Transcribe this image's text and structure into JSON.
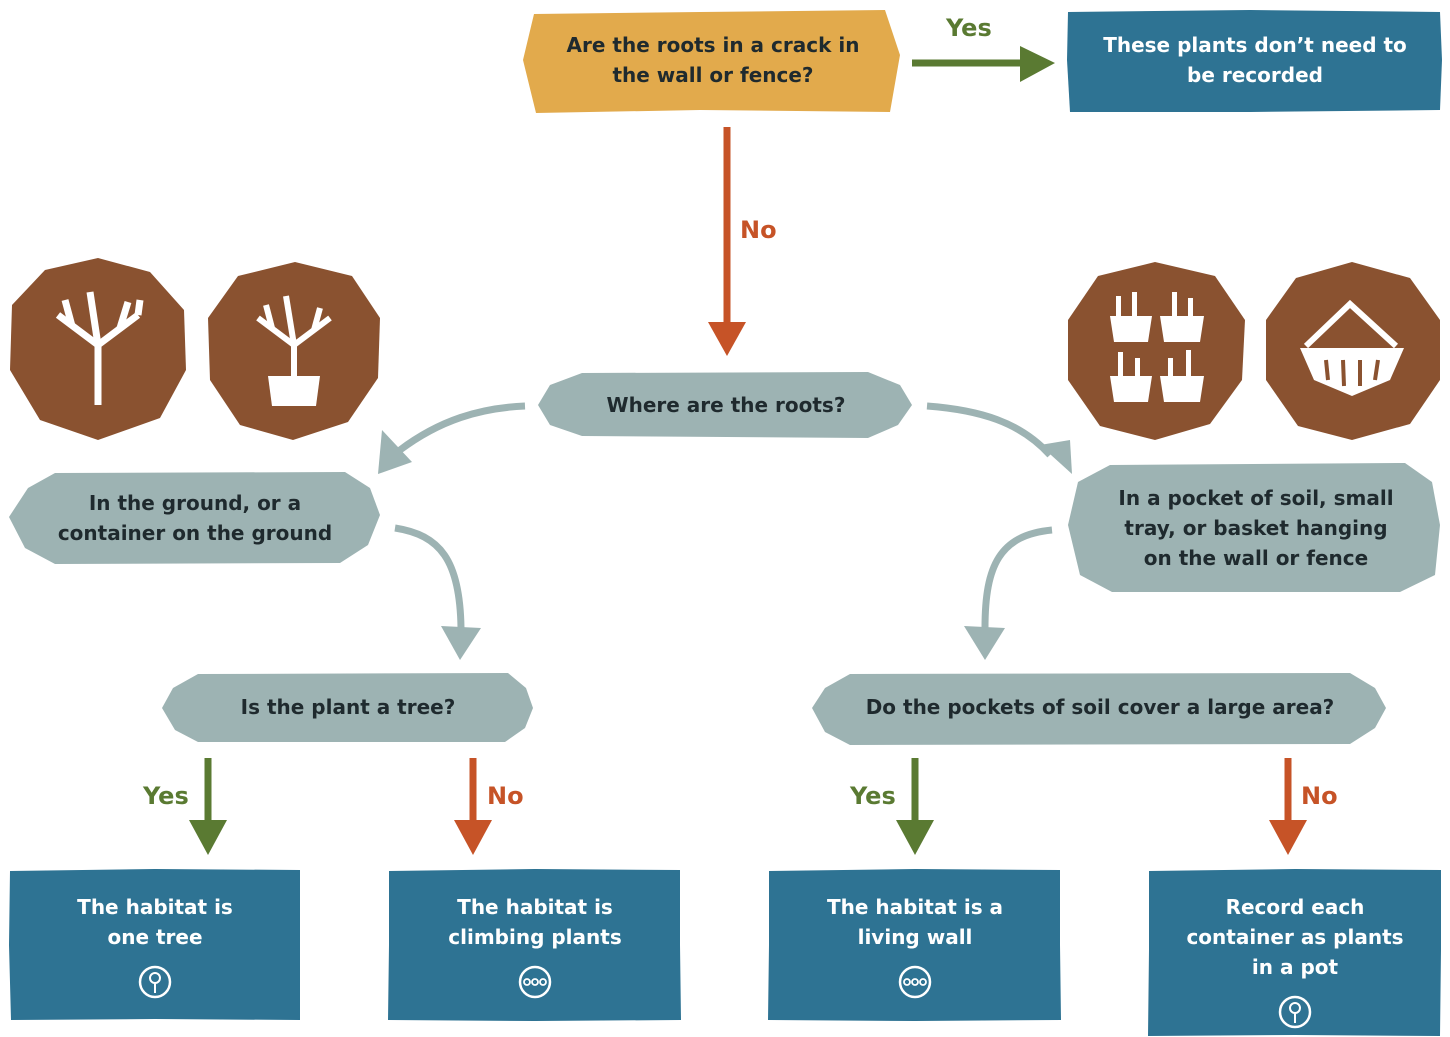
{
  "colors": {
    "question_start": "#e2aa4c",
    "question": "#9db3b3",
    "result": "#2e7393",
    "icon_badge": "#8a5230",
    "yes": "#5a7a32",
    "no": "#c65327",
    "branch_arrow": "#9db3b3"
  },
  "nodes": {
    "q_roots_crack": "Are the roots in a crack in\nthe wall or fence?",
    "r_not_recorded": "These plants don’t need to\nbe recorded",
    "q_where_roots": "Where are the roots?",
    "a_ground": "In the ground, or a\ncontainer on the ground",
    "a_pocket": "In a pocket of soil, small\ntray, or basket hanging\non the wall or fence",
    "q_tree": "Is the plant a tree?",
    "q_large_area": "Do the pockets of soil cover a large area?",
    "r_one_tree": "The habitat is\none tree",
    "r_climbing": "The habitat is\nclimbing plants",
    "r_living_wall": "The habitat is a\nliving wall",
    "r_plants_pot": "Record each\ncontainer as plants\nin a pot"
  },
  "labels": {
    "yes": "Yes",
    "no": "No"
  },
  "icons": {
    "tree_in_ground": "bare-tree-icon",
    "tree_in_pot": "potted-tree-icon",
    "small_trays": "plant-trays-icon",
    "hanging_basket": "hanging-basket-icon",
    "point_marker": "point-marker-icon",
    "line_marker": "line-marker-icon"
  }
}
